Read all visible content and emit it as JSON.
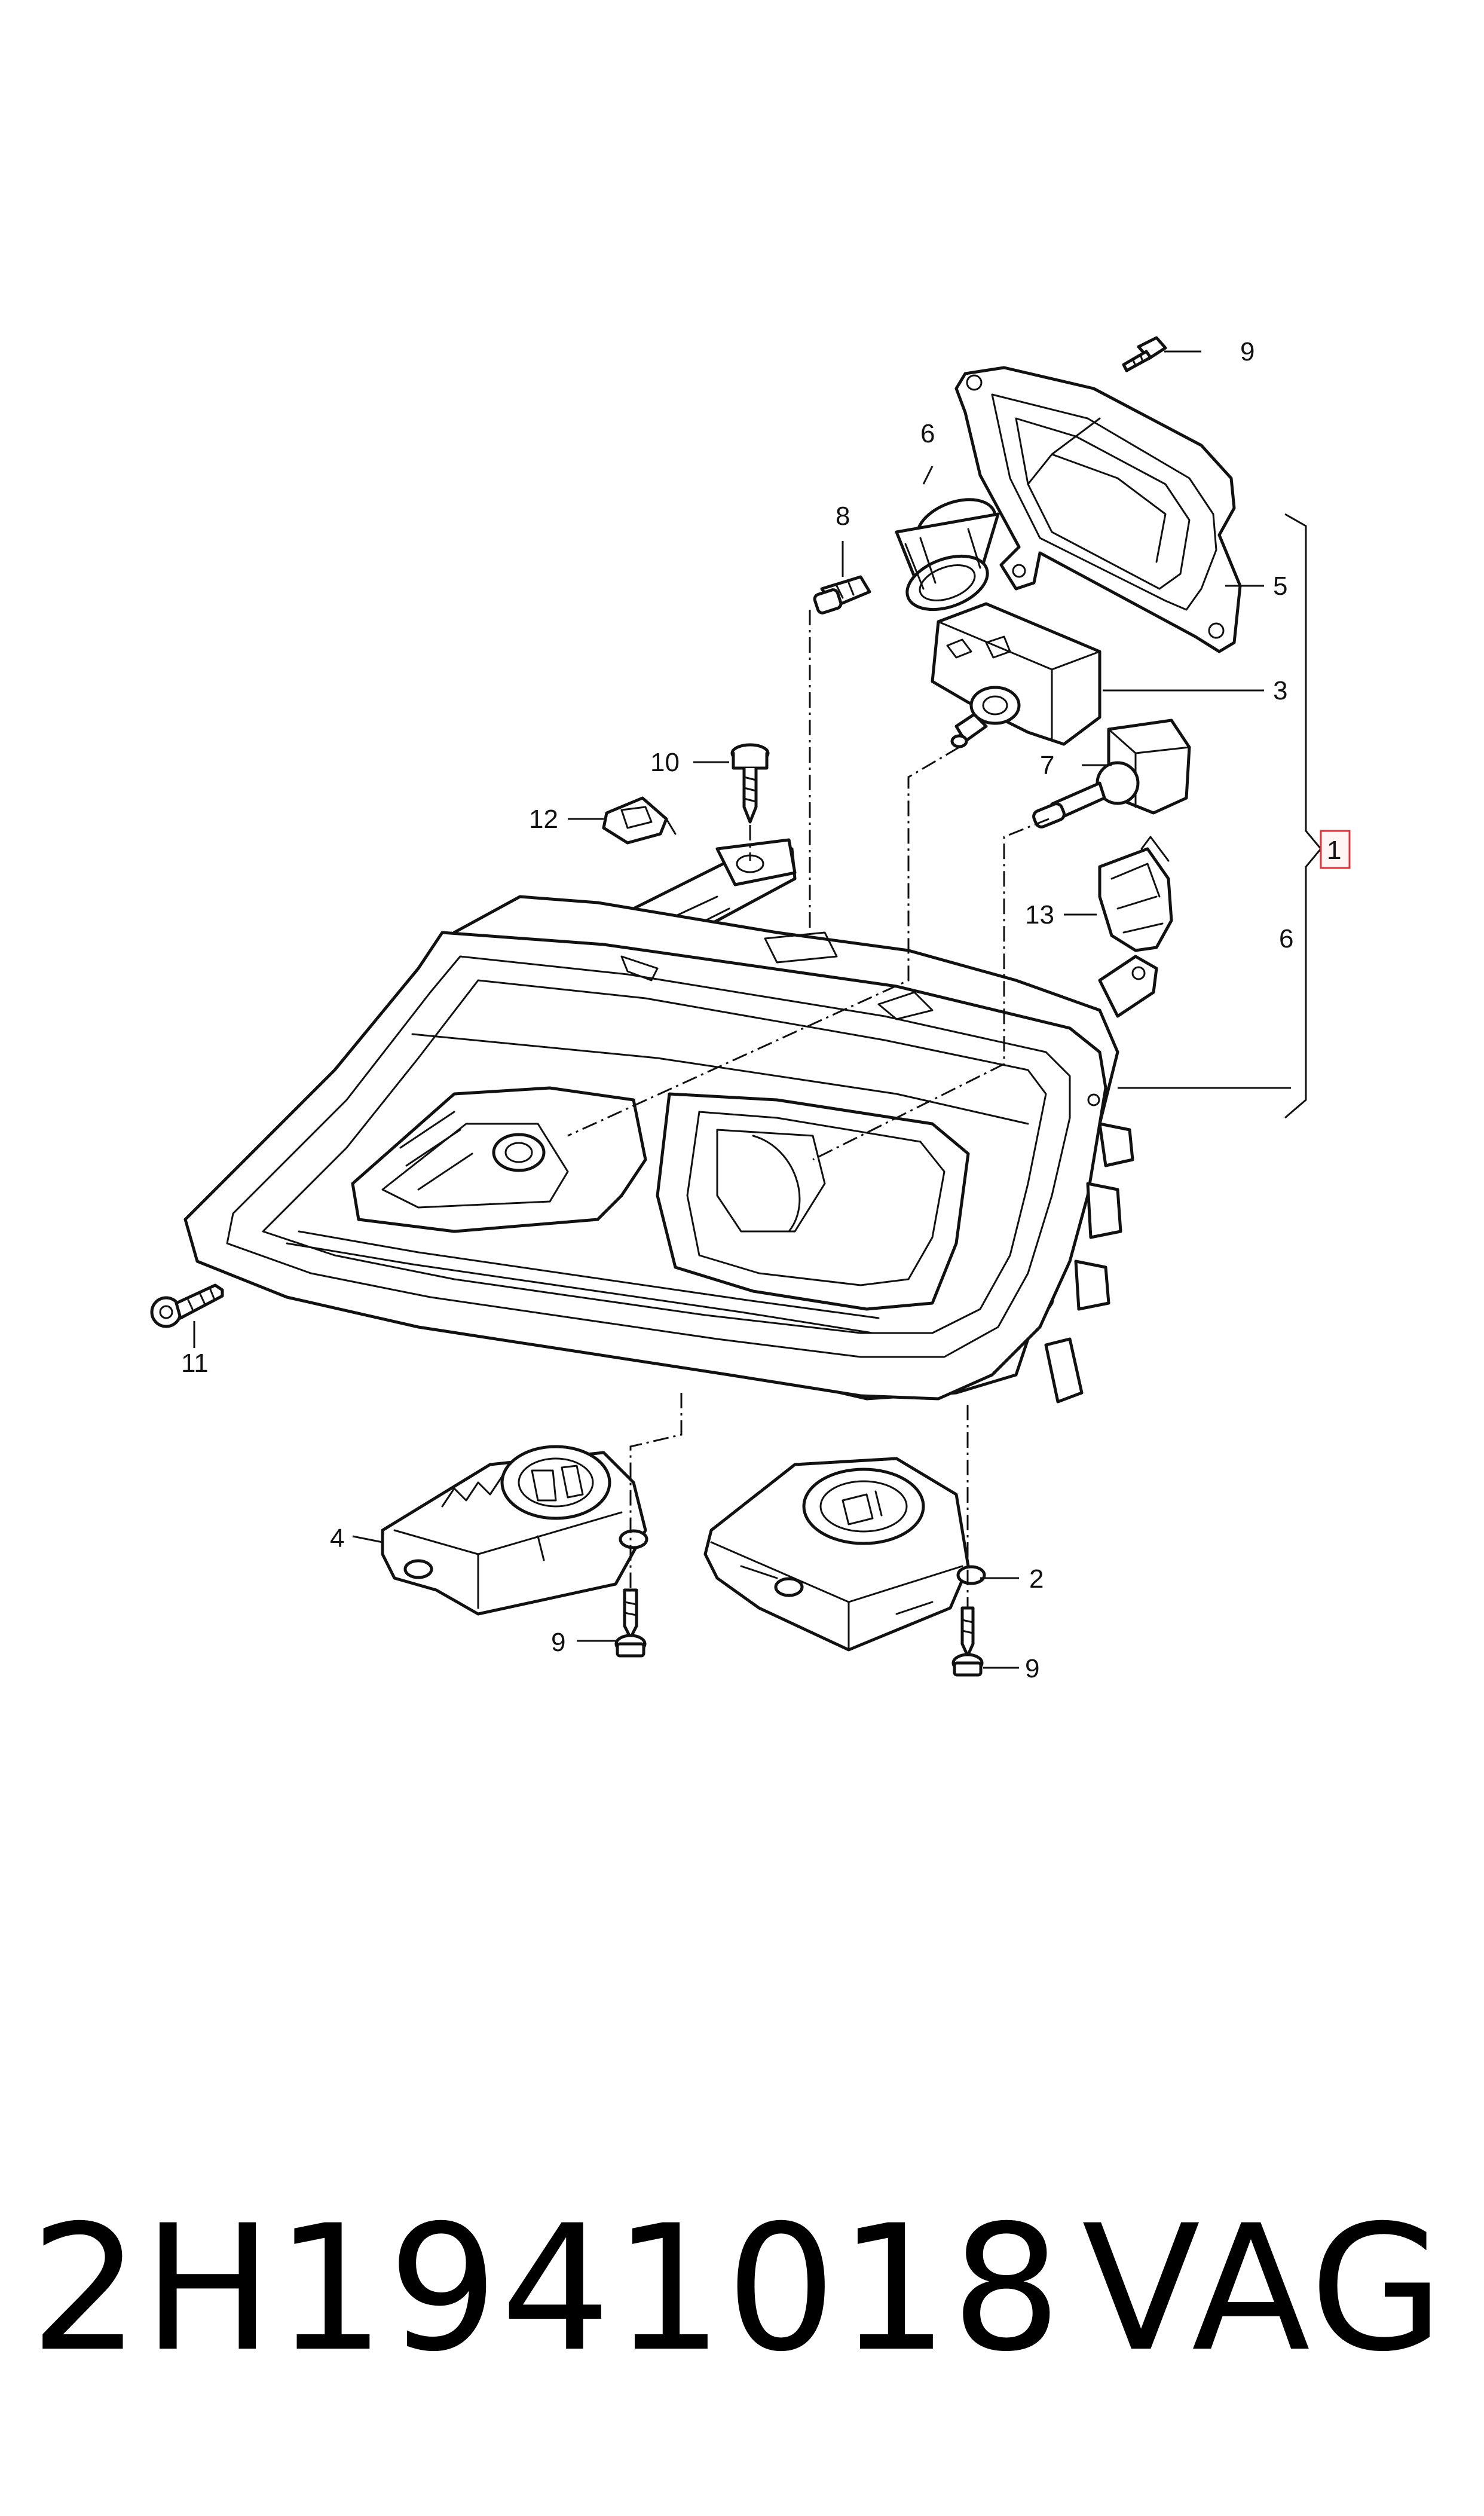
{
  "callouts": {
    "c1": "1",
    "c2": "2",
    "c3": "3",
    "c4": "4",
    "c5": "5",
    "c6_top": "6",
    "c6_side": "6",
    "c7": "7",
    "c8": "8",
    "c9_top": "9",
    "c9_left": "9",
    "c9_right": "9",
    "c10": "10",
    "c11": "11",
    "c12": "12",
    "c13": "13"
  },
  "caption": {
    "part_number": "2H1941018",
    "brand": "VAG"
  },
  "colors": {
    "line": "#111111",
    "callout_box": "#e0303a",
    "background": "#ffffff"
  }
}
